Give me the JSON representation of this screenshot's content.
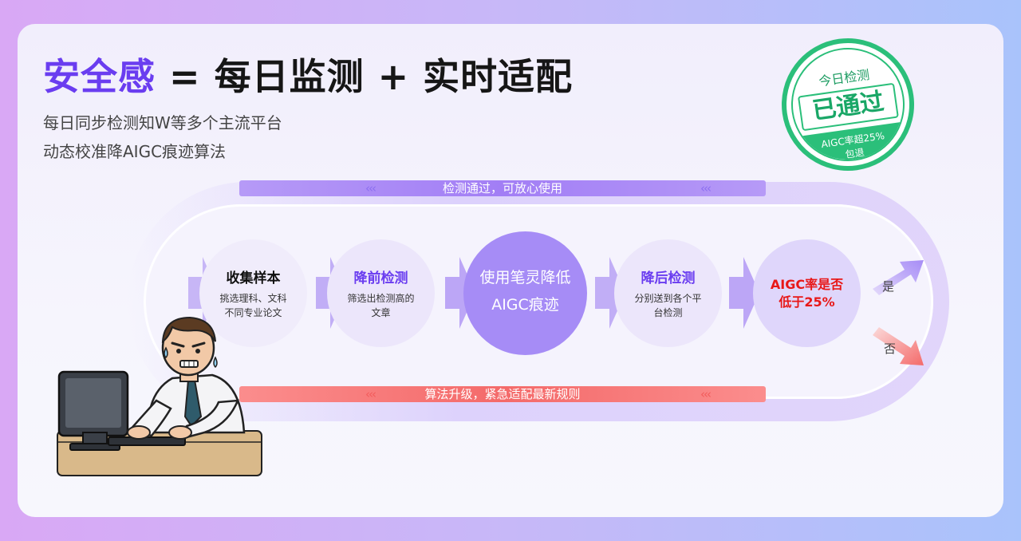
{
  "title": {
    "accent": "安全感",
    "rest": " = 每日监测 + 实时适配"
  },
  "subtitles": [
    "每日同步检测知W等多个主流平台",
    "动态校准降AIGC痕迹算法"
  ],
  "stamp": {
    "top": "今日检测",
    "middle": "已通过",
    "bottom_line1": "AIGC率超25%",
    "bottom_line2": "包退"
  },
  "loop": {
    "top_label": "检测通过，可放心使用",
    "bottom_label": "算法升级，紧急适配最新规则",
    "chevrons": "‹‹‹"
  },
  "steps": [
    {
      "title": "收集样本",
      "desc_line1": "挑选理科、文科",
      "desc_line2": "不同专业论文"
    },
    {
      "title": "降前检测",
      "desc_line1": "筛选出检测高的",
      "desc_line2": "文章"
    },
    {
      "title_line1": "使用笔灵降低",
      "title_line2": "AIGC痕迹"
    },
    {
      "title": "降后检测",
      "desc_line1": "分别送到各个平",
      "desc_line2": "台检测"
    },
    {
      "title_line1": "AIGC率是否",
      "title_line2": "低于25%"
    }
  ],
  "branches": {
    "yes": "是",
    "no": "否"
  },
  "colors": {
    "accent": "#6a3df0",
    "stamp_green": "#2bbf7a",
    "warn_red": "#e81818",
    "band_purple": "#a27ef5",
    "band_red": "#f46a6a"
  }
}
